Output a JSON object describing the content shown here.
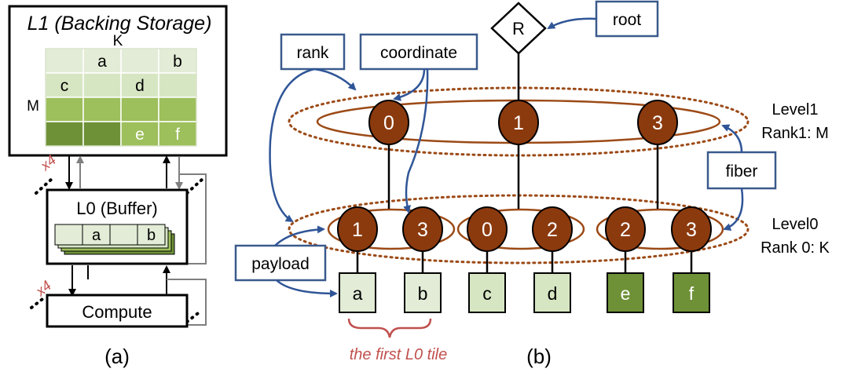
{
  "colors": {
    "light_green": "#e2ecd6",
    "pale_green": "#d6e6c2",
    "mid_green": "#9dbf5c",
    "dark_green": "#6e9137",
    "node_brown": "#8b3a0e",
    "ring_brown": "#9c4a16",
    "callout_blue": "#2f5597",
    "tile_red": "#c0504d"
  },
  "panel_a": {
    "l1_title": "L1 (Backing Storage)",
    "k_label": "K",
    "m_label": "M",
    "l1_cells": [
      [
        "",
        "a",
        "",
        "b"
      ],
      [
        "c",
        "",
        "d",
        ""
      ],
      [
        "",
        "",
        "",
        ""
      ],
      [
        "",
        "",
        "e",
        "f"
      ]
    ],
    "l0_title": "L0 (Buffer)",
    "l0_cells": [
      "",
      "a",
      "",
      "b"
    ],
    "multiplier_1": "x4",
    "multiplier_2": "x4",
    "compute_label": "Compute",
    "caption": "(a)"
  },
  "panel_b": {
    "root_label": "R",
    "callouts": {
      "root": "root",
      "rank": "rank",
      "coordinate": "coordinate",
      "fiber": "fiber",
      "payload": "payload"
    },
    "level1_label": "Level1",
    "level1_rank": "Rank1: M",
    "level0_label": "Level0",
    "level0_rank": "Rank 0: K",
    "level1_nodes": [
      "0",
      "1",
      "3"
    ],
    "level0_nodes": [
      "1",
      "3",
      "0",
      "2",
      "2",
      "3"
    ],
    "leaves": [
      "a",
      "b",
      "c",
      "d",
      "e",
      "f"
    ],
    "tile_note": "the first L0 tile",
    "caption": "(b)"
  }
}
